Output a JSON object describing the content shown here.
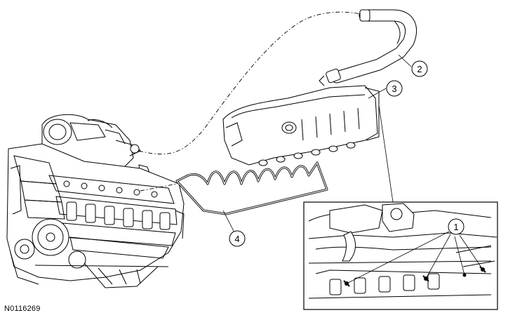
{
  "figure_id": "N0116269",
  "callouts": [
    {
      "number": "1"
    },
    {
      "number": "2"
    },
    {
      "number": "3"
    },
    {
      "number": "4"
    }
  ]
}
